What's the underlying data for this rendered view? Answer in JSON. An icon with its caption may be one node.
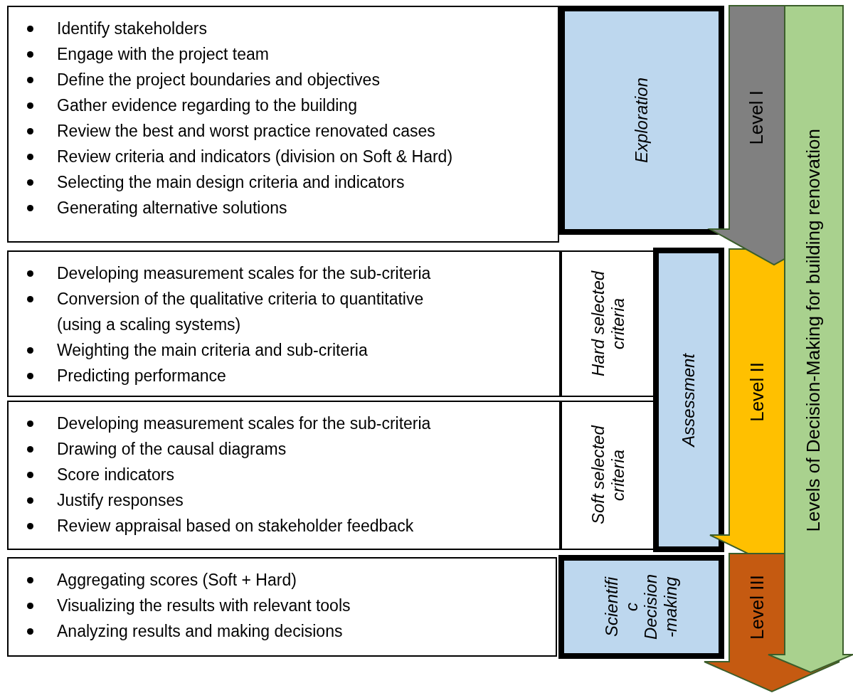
{
  "diagram": {
    "nodes": [
      {
        "text": [
          "Identify stakeholders",
          "Engage with the project team",
          "Define the project boundaries and objectives",
          "Gather evidence regarding  to the building",
          "Review the best and worst practice renovated cases",
          "Review criteria and indicators (division on Soft & Hard)",
          "Selecting the main design criteria and indicators",
          "Generating alternative solutions"
        ]
      },
      {
        "text": [
          "Exploration"
        ]
      },
      {
        "text": [
          "Developing measurement scales for the sub-criteria",
          "Conversion of the qualitative criteria to quantitative (using a scaling systems)",
          "Weighting the main criteria and sub-criteria",
          "Predicting performance"
        ]
      },
      {
        "text": [
          "Hard selected criteria"
        ]
      },
      {
        "text": [
          "Developing measurement scales for the sub-criteria",
          "Drawing of the causal diagrams",
          "Score indicators",
          "Justify responses",
          "Review appraisal based on stakeholder feedback"
        ]
      },
      {
        "text": [
          "Soft selected criteria"
        ]
      },
      {
        "text": [
          "Assessment"
        ]
      },
      {
        "text": [
          "Aggregating scores (Soft + Hard)",
          "Visualizing the results with relevant tools",
          "Analyzing results and making decisions"
        ]
      },
      {
        "text": [
          "Scientifi c Decision -making"
        ]
      },
      {
        "text": [
          "Level I"
        ]
      },
      {
        "text": [
          "Level II"
        ]
      },
      {
        "text": [
          "Level III"
        ]
      },
      {
        "text": [
          "Levels of Decision-Making for building renovation"
        ]
      }
    ]
  }
}
